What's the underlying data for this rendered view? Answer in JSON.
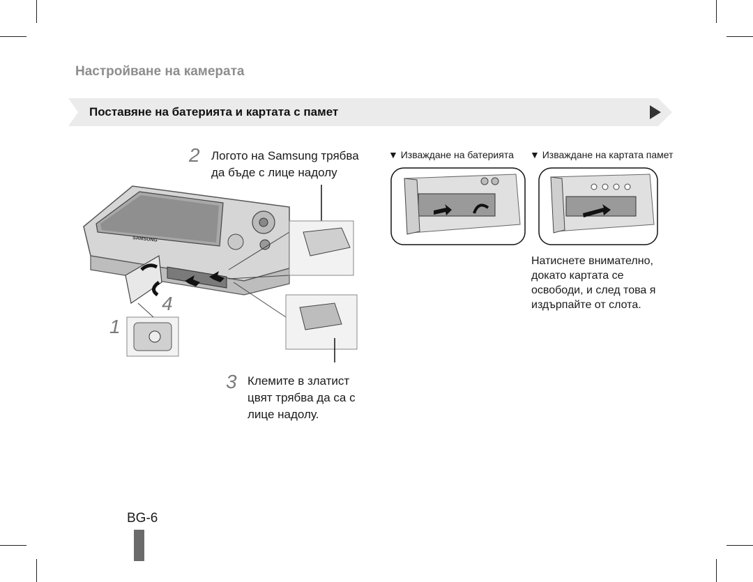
{
  "page": {
    "section_title": "Настройване на камерата",
    "banner_title": "Поставяне на батерията и картата с памет",
    "page_number": "BG-6"
  },
  "steps": {
    "step1_number": "1",
    "step2_number": "2",
    "step2_line1": "Логото на Samsung трябва",
    "step2_line2": "да бъде с лице надолу",
    "step3_number": "3",
    "step3_line1": "Клемите в златист",
    "step3_line2": "цвят трябва да са с",
    "step3_line3": "лице надолу.",
    "step4_number": "4"
  },
  "removal": {
    "battery_caption": "▼ Изваждане на батерията",
    "card_caption": "▼ Изваждане на картата памет",
    "note_line1": "Натиснете внимателно,",
    "note_line2": "докато картата се",
    "note_line3": "освободи, и след това я",
    "note_line4": "издърпайте от слота."
  },
  "illustration": {
    "camera_brand": "SAMSUNG"
  },
  "colors": {
    "banner_bg": "#ebebeb",
    "title_gray": "#8d8d8d",
    "tab_gray": "#6b6b6b"
  }
}
